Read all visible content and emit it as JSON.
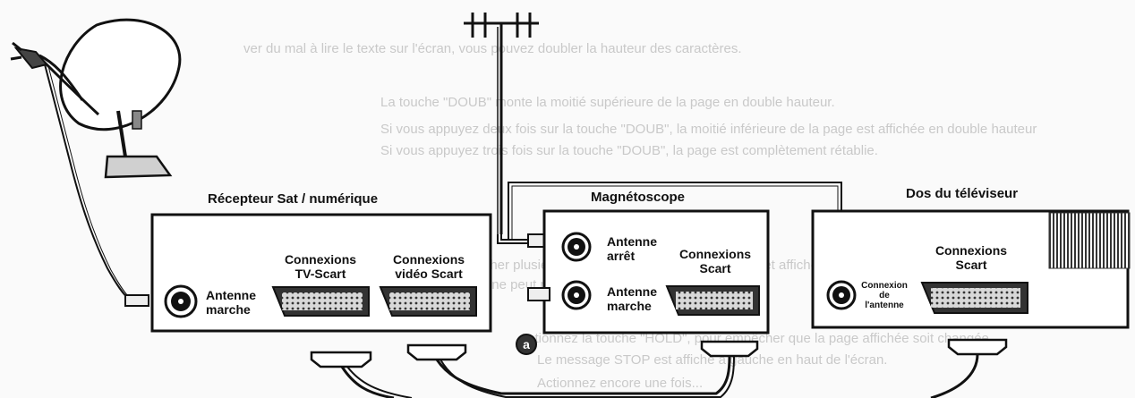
{
  "background_text": [
    "ver du mal à lire le texte sur l'écran, vous pouvez doubler la hauteur des caractères.",
    "La touche \"DOUB\" monte la moitié supérieure de la page en double hauteur.",
    "Si vous appuyez deux fois sur la touche \"DOUB\", la moitié inférieure de la page est affichée en double hauteur",
    "Si vous appuyez trois fois sur la touche \"DOUB\", la page est complètement rétablie.",
    "Le poste peut afficher plusieurs pages, recevoir plusieurs pages et afficher la page suivante après l'entrée",
    "avec un retard qui ne peut pas être prévu.",
    "Actionnez la touche \"HOLD\", pour empêcher que la page affichée soit changée.",
    "Le message STOP est affiché à gauche en haut de l'écran.",
    "Actionnez encore une fois..."
  ],
  "receiver": {
    "title": "Récepteur Sat / numérique",
    "antenna_in": "Antenne\nmarche",
    "tv_scart": "Connexions\nTV-Scart",
    "video_scart": "Connexions\nvidéo Scart"
  },
  "vcr": {
    "title": "Magnétoscope",
    "antenna_out": "Antenne\narrêt",
    "antenna_in": "Antenne\nmarche",
    "scart": "Connexions\nScart"
  },
  "tv": {
    "title": "Dos du téléviseur",
    "scart": "Connexions\nScart",
    "antenna": "Connexion\nde\nl'antenne"
  },
  "marker": "a"
}
